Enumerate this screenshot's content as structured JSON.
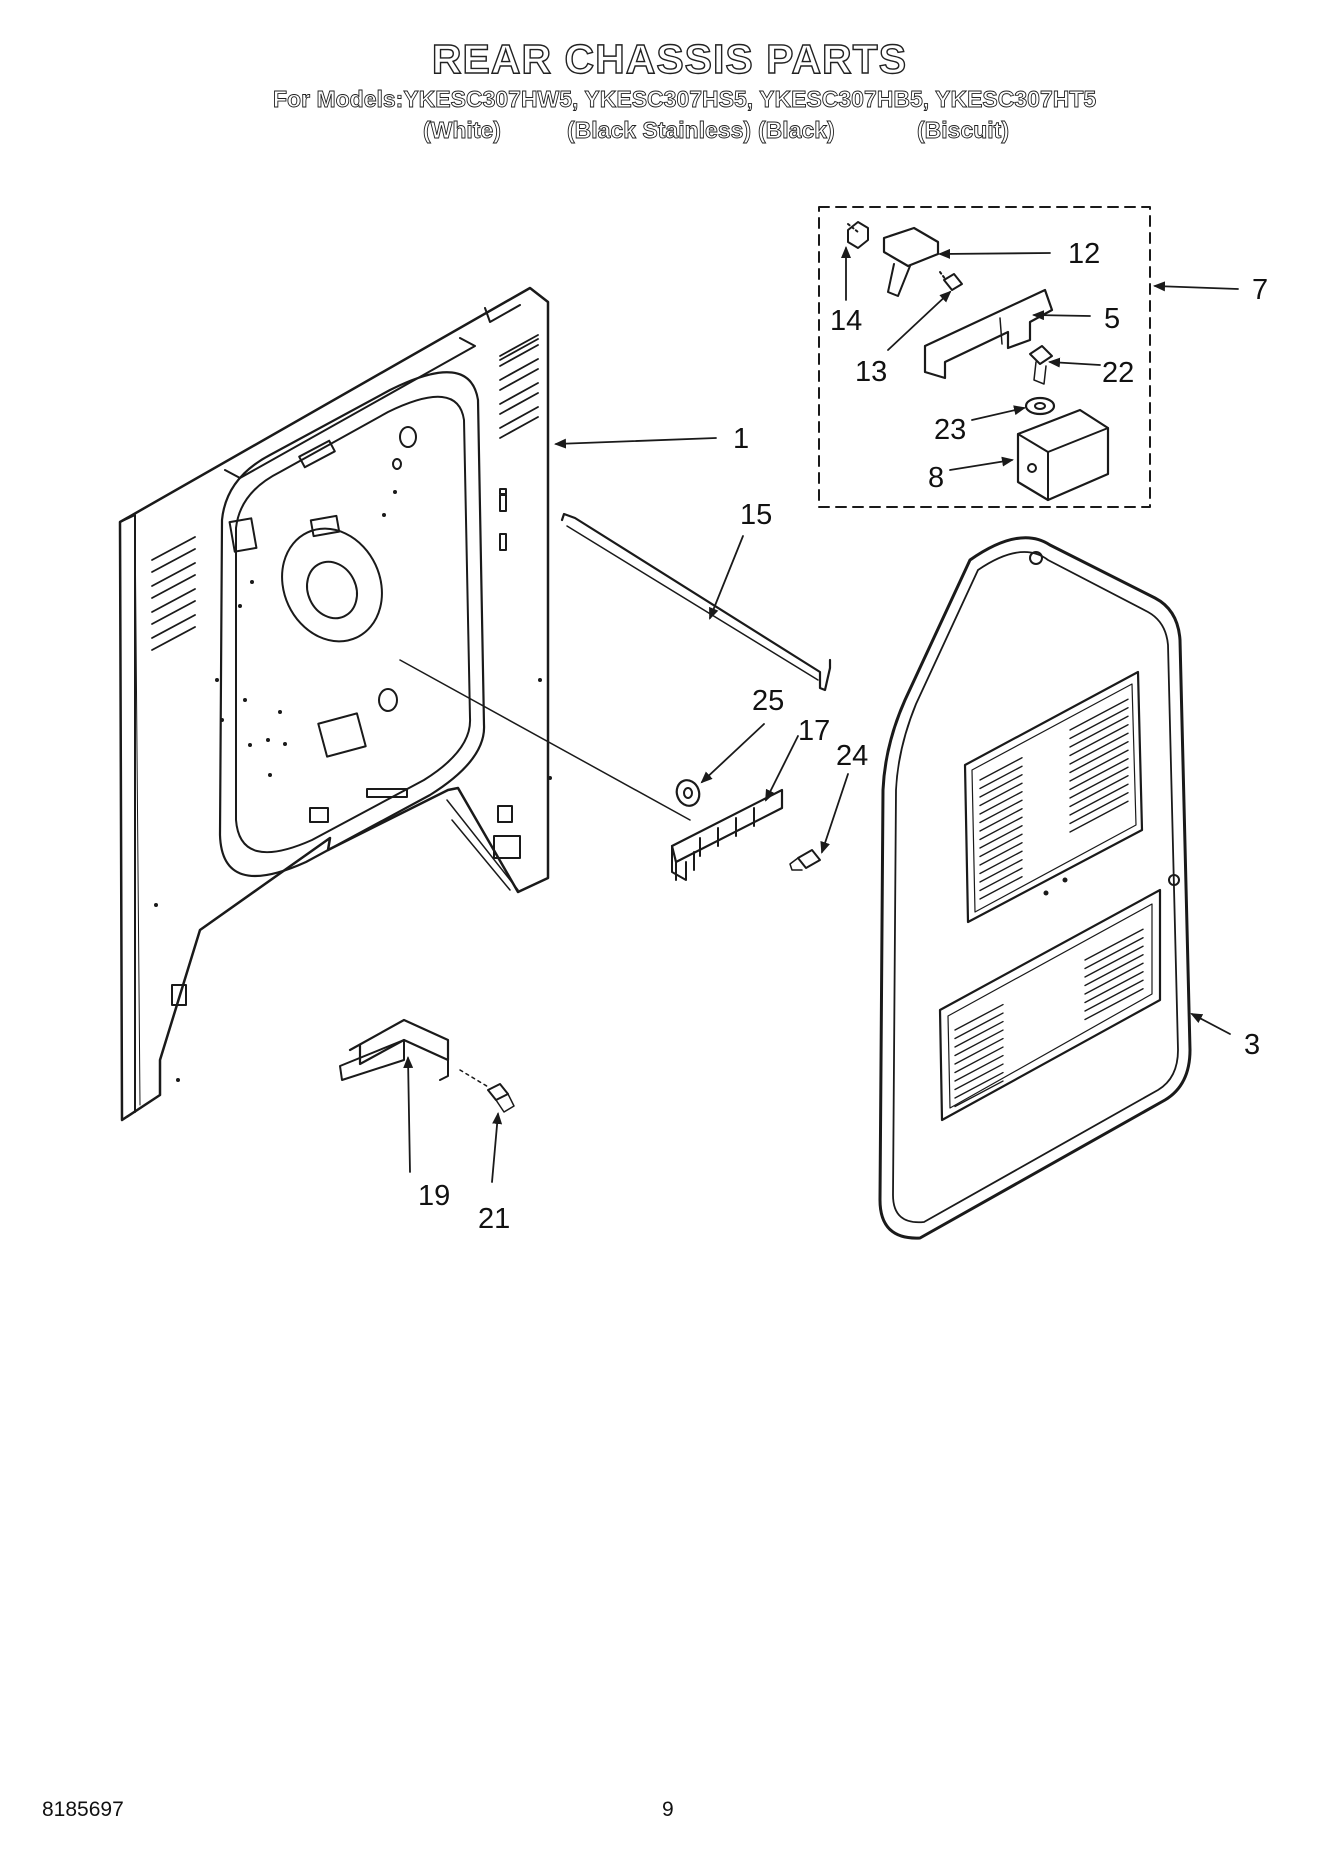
{
  "header": {
    "title": "REAR CHASSIS PARTS",
    "models_line": "For Models:YKESC307HW5, YKESC307HS5, YKESC307HB5, YKESC307HT5",
    "colors": [
      "(White)",
      "(Black Stainless)",
      "(Black)",
      "(Biscuit)"
    ]
  },
  "callouts": {
    "c1": "1",
    "c3": "3",
    "c5": "5",
    "c7": "7",
    "c8": "8",
    "c12": "12",
    "c13": "13",
    "c14": "14",
    "c15": "15",
    "c17": "17",
    "c19": "19",
    "c21": "21",
    "c22": "22",
    "c23": "23",
    "c24": "24",
    "c25": "25"
  },
  "footer": {
    "doc_number": "8185697",
    "page_number": "9"
  },
  "colors": {
    "line": "#1a1a1a",
    "background": "#ffffff"
  }
}
